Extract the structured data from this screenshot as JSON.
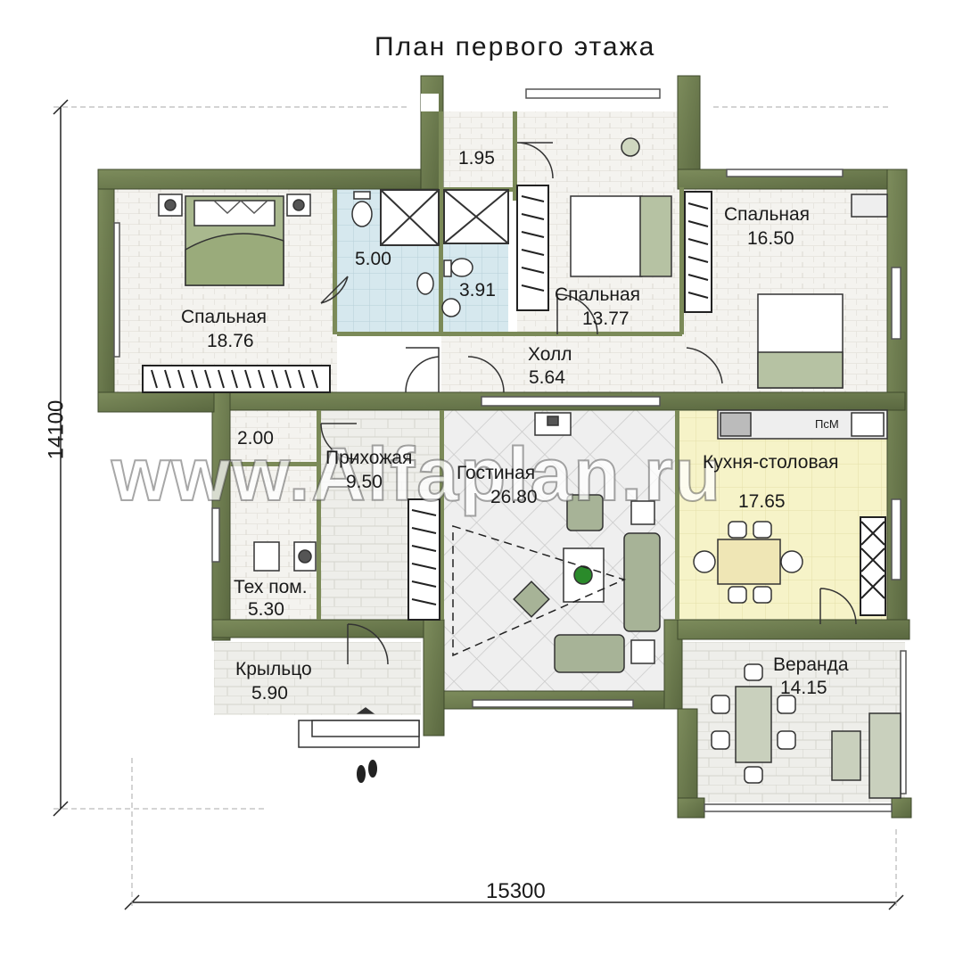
{
  "title": "План первого этажа",
  "dimensions": {
    "width": "15300",
    "height": "14100"
  },
  "watermark": "www.Alfaplan.ru",
  "rooms": [
    {
      "name": "Спальная",
      "area": "18.76"
    },
    {
      "name": "",
      "area": "5.00"
    },
    {
      "name": "",
      "area": "3.91"
    },
    {
      "name": "",
      "area": "1.95"
    },
    {
      "name": "Спальная",
      "area": "13.77"
    },
    {
      "name": "Спальная",
      "area": "16.50"
    },
    {
      "name": "Холл",
      "area": "5.64"
    },
    {
      "name": "",
      "area": "2.00"
    },
    {
      "name": "Прихожая",
      "area": "9.50"
    },
    {
      "name": "Гостиная",
      "area": "26.80"
    },
    {
      "name": "Кухня-столовая",
      "area": "17.65"
    },
    {
      "name": "Тех пом.",
      "area": "5.30"
    },
    {
      "name": "Крыльцо",
      "area": "5.90"
    },
    {
      "name": "Веранда",
      "area": "14.15"
    }
  ],
  "appliance_label": "ПсМ",
  "colors": {
    "wall": "#6b7a4e",
    "wall_dark": "#4a5534",
    "wet_zone": "#cfe3ea",
    "kitchen": "#f6f3c6",
    "floor": "#f3f1ea",
    "tile": "#e9e9e9"
  }
}
